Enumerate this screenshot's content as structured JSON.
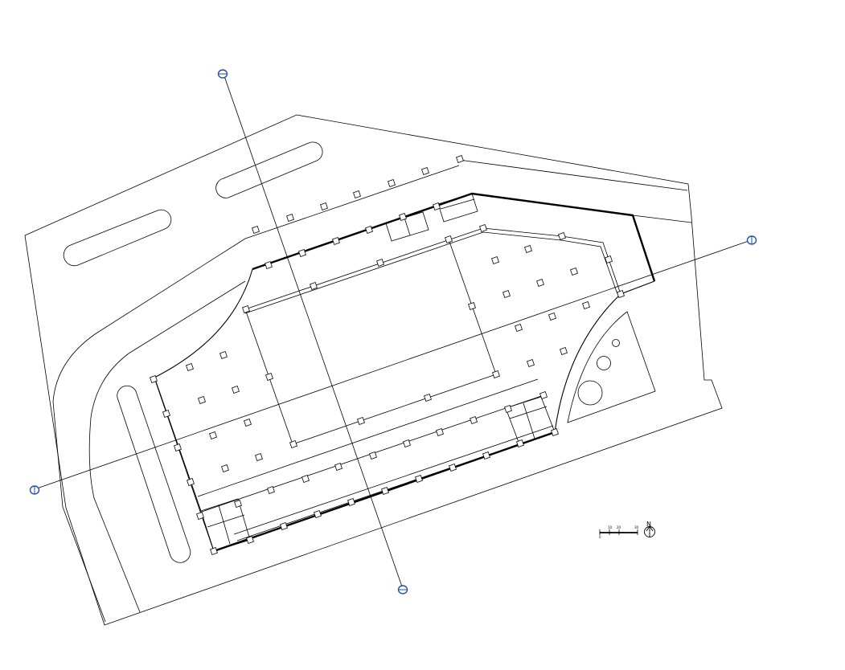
{
  "view": {
    "type": "site-plan",
    "north_label": "N"
  },
  "scale_bar": {
    "ticks": [
      "0",
      "10",
      "20",
      "30"
    ]
  },
  "grid_markers": [
    "grid-bubble-top",
    "grid-bubble-right",
    "grid-bubble-bottom",
    "grid-bubble-left"
  ],
  "colors": {
    "linework": "#000000",
    "grid_bubble": "#1f4fa8",
    "background": "#ffffff"
  }
}
